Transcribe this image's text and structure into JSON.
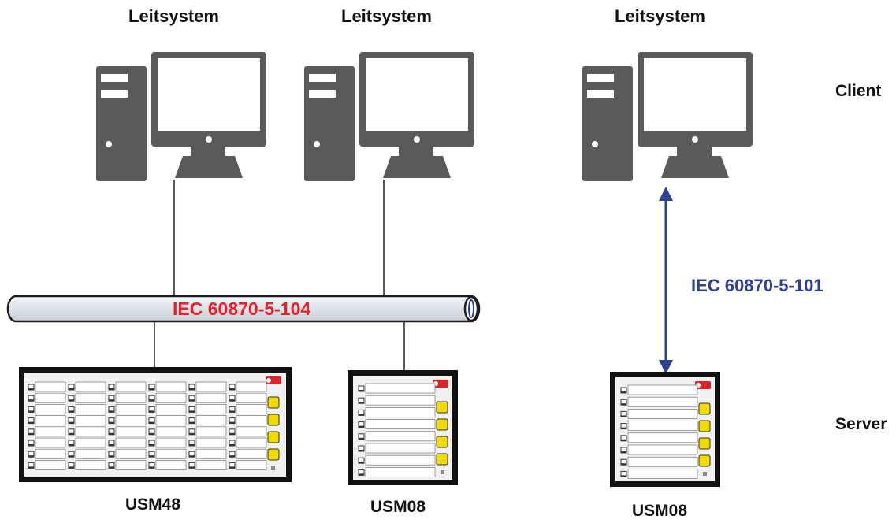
{
  "computers": [
    {
      "label": "Leitsystem"
    },
    {
      "label": "Leitsystem"
    },
    {
      "label": "Leitsystem"
    }
  ],
  "roles": {
    "client": "Client",
    "server": "Server"
  },
  "bus": {
    "label": "IEC 60870-5-104",
    "color": "#e8202a"
  },
  "serial_link": {
    "label": "IEC 60870-5-101",
    "color": "#2e3f96"
  },
  "devices": [
    {
      "label": "USM48"
    },
    {
      "label": "USM08"
    },
    {
      "label": "USM08"
    }
  ],
  "colors": {
    "computer": "#5a5a5a",
    "panel_yellow": "#f2dc00",
    "bus_fill": "#e4e8ec",
    "logo_red": "#d9252b"
  },
  "icons": [
    "desktop-computer-icon",
    "usm-panel-icon",
    "double-arrow-icon"
  ]
}
